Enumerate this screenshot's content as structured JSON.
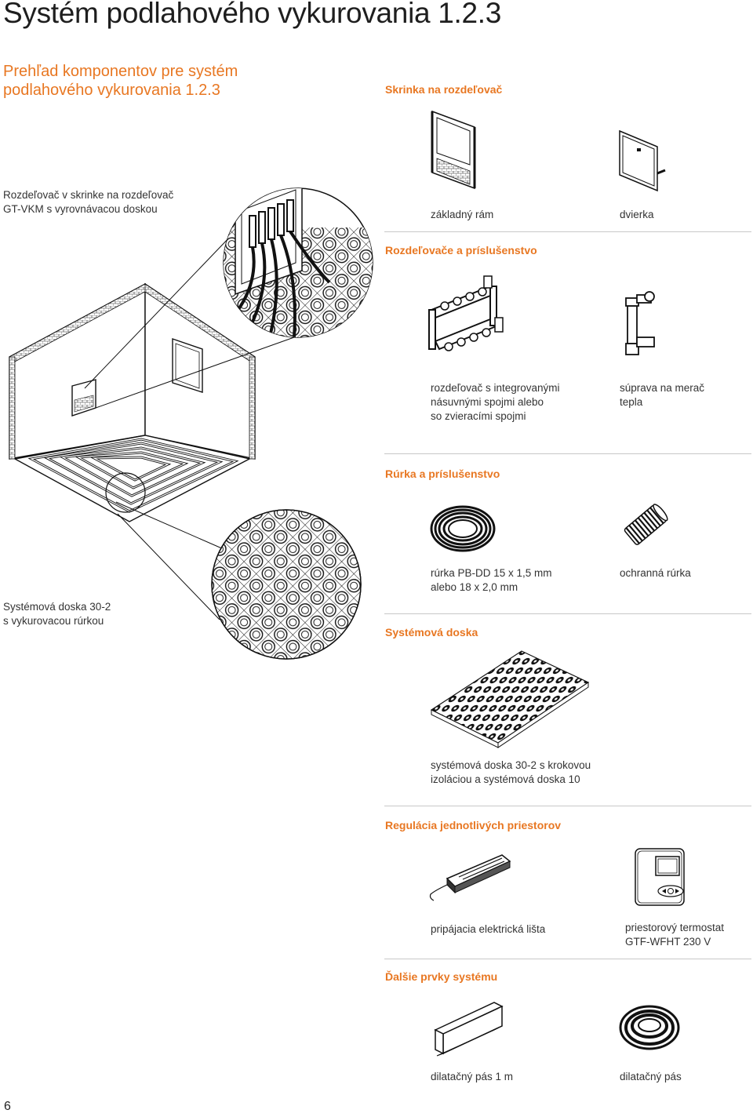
{
  "page": {
    "title": "Systém podlahového vykurovania 1.2.3",
    "subtitle_line1": "Prehľad komponentov pre systém",
    "subtitle_line2": "podlahového vykurovania 1.2.3",
    "page_number": "6"
  },
  "callouts": {
    "manifold_line1": "Rozdeľovač v skrinke na rozdeľovač",
    "manifold_line2": "GT-VKM s vyrovnávacou doskou",
    "board_line1": "Systémová doska 30-2",
    "board_line2": "s vykurovacou rúrkou"
  },
  "sections": {
    "cabinet": {
      "heading": "Skrinka na rozdeľovač",
      "item1": "základný rám",
      "item2": "dvierka"
    },
    "manifolds": {
      "heading": "Rozdeľovače a príslušenstvo",
      "item1_line1": "rozdeľovač s integrovanými",
      "item1_line2": "násuvnými spojmi alebo",
      "item1_line3": "so zvieracími spojmi",
      "item2_line1": "súprava na merač",
      "item2_line2": "tepla"
    },
    "pipe": {
      "heading": "Rúrka a príslušenstvo",
      "item1_line1": "rúrka PB-DD 15 x 1,5 mm",
      "item1_line2": "alebo 18 x 2,0 mm",
      "item2": "ochranná rúrka"
    },
    "board": {
      "heading": "Systémová doska",
      "item1_line1": "systémová doska 30-2 s krokovou",
      "item1_line2": "izoláciou a systémová doska 10"
    },
    "regulation": {
      "heading": "Regulácia jednotlivých priestorov",
      "item1": "pripájacia elektrická lišta",
      "item2_line1": "priestorový termostat",
      "item2_line2": "GTF-WFHT 230 V"
    },
    "other": {
      "heading": "Ďalšie prvky systému",
      "item1": "dilatačný pás 1 m",
      "item2": "dilatačný pás"
    }
  },
  "colors": {
    "accent": "#e87722",
    "text": "#222222",
    "rule": "#c8c8c8"
  }
}
